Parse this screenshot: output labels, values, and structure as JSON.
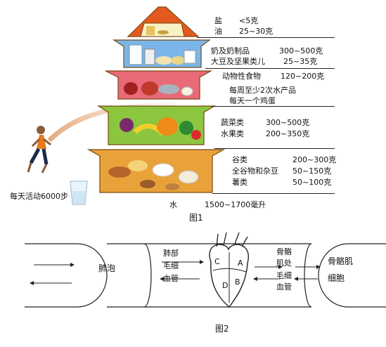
{
  "figure1": {
    "caption": "图1",
    "levels": [
      {
        "items": [
          {
            "label": "盐",
            "value": "<5克"
          },
          {
            "label": "油",
            "value": "25~30克"
          }
        ]
      },
      {
        "items": [
          {
            "label": "奶及奶制品",
            "value": "300~500克"
          },
          {
            "label": "大豆及坚果类儿",
            "value": "25~35克"
          }
        ]
      },
      {
        "items": [
          {
            "label": "动物性食物",
            "value": "120~200克"
          }
        ],
        "notes": [
          "每周至少2次水产品",
          "每天一个鸡蛋"
        ]
      },
      {
        "items": [
          {
            "label": "蔬菜类",
            "value": "300~500克"
          },
          {
            "label": "水果类",
            "value": "200~350克"
          }
        ]
      },
      {
        "items": [
          {
            "label": "谷类",
            "value": "200~300克"
          },
          {
            "label": "全谷物和杂豆",
            "value": "50~150克"
          },
          {
            "label": "薯类",
            "value": "50~100克"
          }
        ]
      }
    ],
    "water": {
      "label": "水",
      "value": "1500~1700毫升"
    },
    "activity": "每天活动6000步"
  },
  "figure2": {
    "caption": "图2",
    "alveolus": "肺泡",
    "lung_capillary": [
      "肺部",
      "毛细",
      "血管"
    ],
    "muscle_site": [
      "骨骼",
      "肌处"
    ],
    "muscle_capillary": [
      "毛细",
      "血管"
    ],
    "muscle_cell": [
      "骨骼肌",
      "细胞"
    ],
    "chambers": {
      "A": "A",
      "B": "B",
      "C": "C",
      "D": "D"
    }
  },
  "colors": {
    "pagoda_border": "#7a4a12",
    "pagoda_shadow": "#c9c9c9"
  }
}
